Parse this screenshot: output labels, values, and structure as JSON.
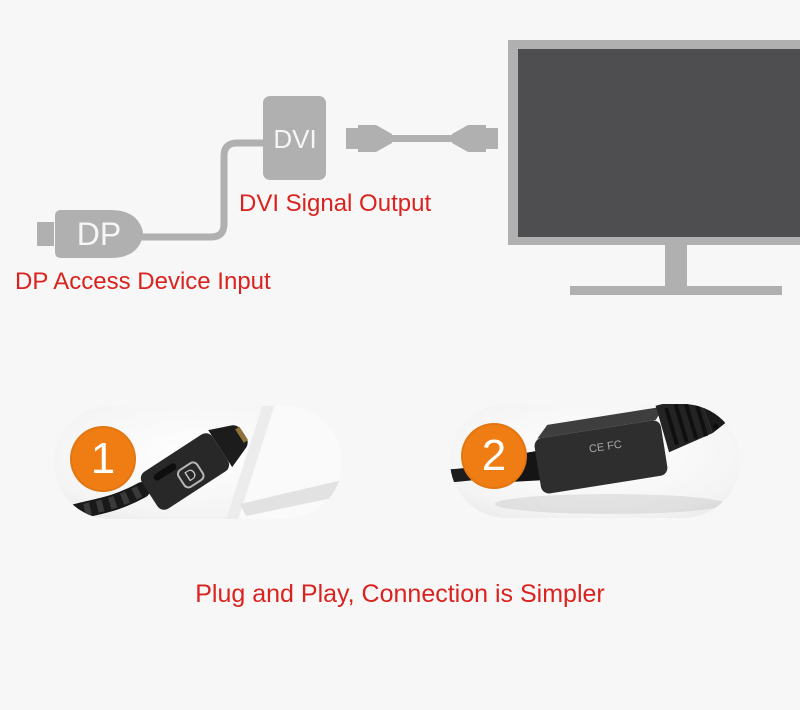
{
  "page": {
    "background": "#f7f7f8"
  },
  "diagram": {
    "dp_plug_label": "DP",
    "dvi_box_label": "DVI",
    "dvi_output_label": "DVI Signal Output",
    "dp_input_label": "DP Access Device Input",
    "colors": {
      "connector_gray": "#b0b0b0",
      "monitor_screen": "#4e4e50",
      "label_red": "#da231e"
    }
  },
  "photos": [
    {
      "badge": "1",
      "logo": "D"
    },
    {
      "badge": "2",
      "markings": "CE FC"
    }
  ],
  "badge_color": "#ef7d13",
  "slogan": "Plug and Play, Connection is Simpler"
}
